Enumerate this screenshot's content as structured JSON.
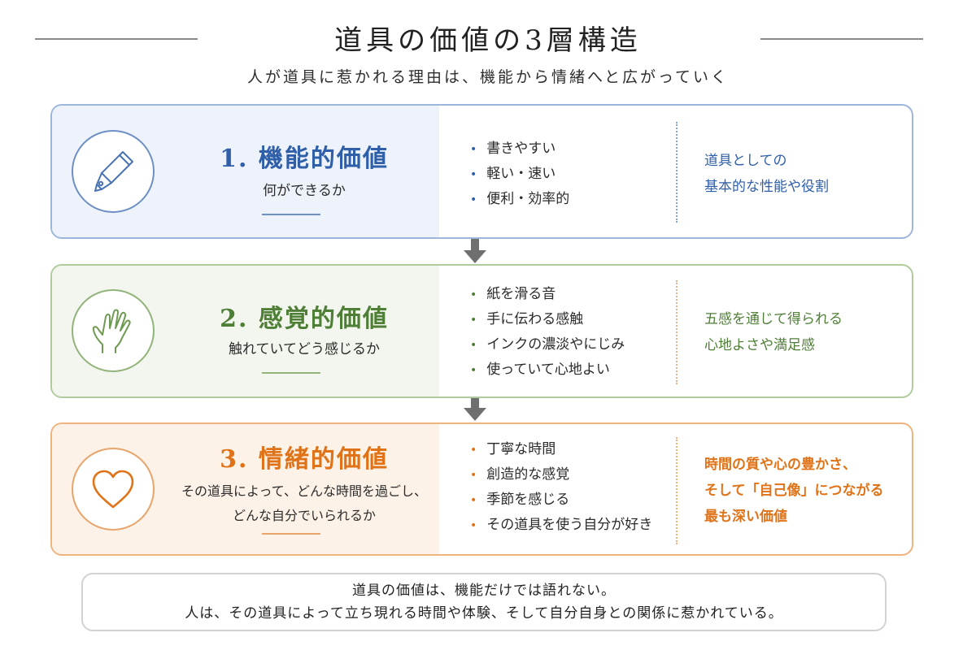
{
  "header": {
    "title": "道具の価値の3層構造",
    "subtitle": "人が道具に惹かれる理由は、機能から情緒へと広がっていく"
  },
  "layers": [
    {
      "title": "1. 機能的価値",
      "question": "何ができるか",
      "bullets": [
        "書きやすい",
        "軽い・速い",
        "便利・効率的"
      ],
      "summary": [
        "道具としての",
        "基本的な性能や役割"
      ],
      "icon": "pen-icon",
      "color": "#2f5fa8"
    },
    {
      "title": "2. 感覚的価値",
      "question": "触れていてどう感じるか",
      "bullets": [
        "紙を滑る音",
        "手に伝わる感触",
        "インクの濃淡やにじみ",
        "使っていて心地よい"
      ],
      "summary": [
        "五感を通じて得られる",
        "心地よさや満足感"
      ],
      "icon": "hand-icon",
      "color": "#4f7f36"
    },
    {
      "title": "3. 情緒的価値",
      "question": [
        "その道具によって、どんな時間を過ごし、",
        "どんな自分でいられるか"
      ],
      "bullets": [
        "丁寧な時間",
        "創造的な感覚",
        "季節を感じる",
        "その道具を使う自分が好き"
      ],
      "summary": [
        "時間の質や心の豊かさ、",
        "そして「自己像」につながる",
        "最も深い価値"
      ],
      "icon": "heart-icon",
      "color": "#e07318"
    }
  ],
  "footer": {
    "line1": "道具の価値は、機能だけでは語れない。",
    "line2": "人は、その道具によって立ち現れる時間や体験、そして自分自身との関係に惹かれている。"
  }
}
